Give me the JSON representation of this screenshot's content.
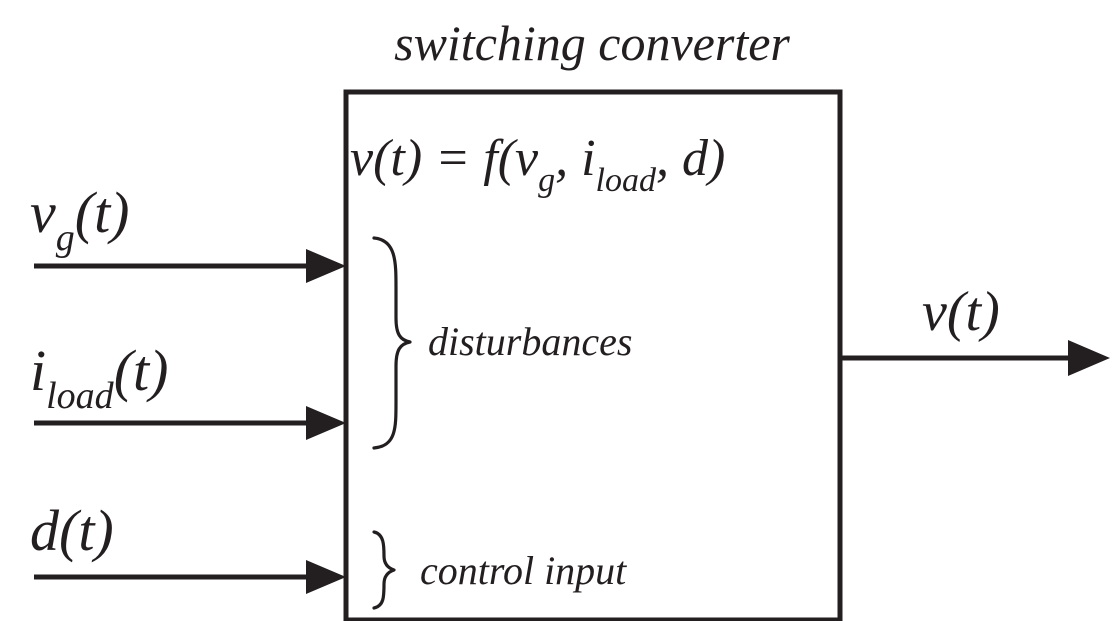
{
  "title": "switching converter",
  "equation": {
    "lhs": "v(t) = f(v",
    "sub1": "g",
    "mid": ", i",
    "sub2": "load",
    "rhs": ", d)"
  },
  "inputs": [
    {
      "base": "v",
      "sub": "g",
      "tail": "(t)"
    },
    {
      "base": "i",
      "sub": "load",
      "tail": "(t)"
    },
    {
      "base": "d",
      "sub": "",
      "tail": "(t)"
    }
  ],
  "groups": {
    "disturbances": "disturbances",
    "control": "control input"
  },
  "output": "v(t)",
  "colors": {
    "ink": "#231f20",
    "brace": "#231f20"
  }
}
